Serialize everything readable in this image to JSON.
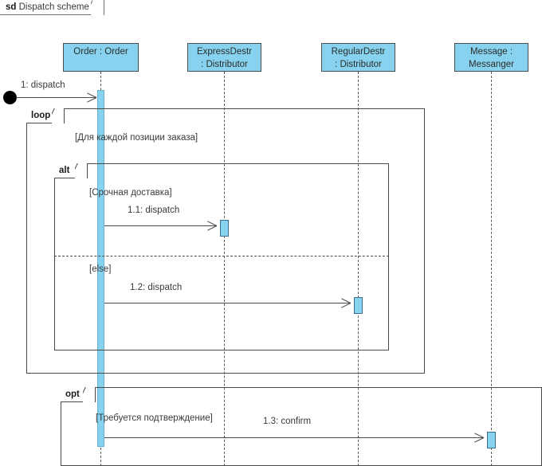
{
  "diagram": {
    "kind_keyword": "sd",
    "title": "Dispatch scheme",
    "colors": {
      "lifeline_fill": "#87d3ef",
      "lifeline_border": "#4c4c4c",
      "line": "#4a4a4a",
      "text": "#3a3a3a",
      "background": "#ffffff"
    }
  },
  "lifelines": [
    {
      "id": "order",
      "line1": "Order : Order",
      "line2": "",
      "single_line": true
    },
    {
      "id": "expressdestr",
      "line1": "ExpressDestr",
      "line2": ": Distributor",
      "single_line": false
    },
    {
      "id": "regulardestr",
      "line1": "RegularDestr",
      "line2": ": Distributor",
      "single_line": false
    },
    {
      "id": "message",
      "line1": "Message :",
      "line2": "Messanger",
      "single_line": false
    }
  ],
  "messages": [
    {
      "id": "m0",
      "label": "1: dispatch",
      "from": "start-point",
      "to": "order"
    },
    {
      "id": "m1",
      "label": "1.1: dispatch",
      "from": "order",
      "to": "expressdestr"
    },
    {
      "id": "m2",
      "label": "1.2: dispatch",
      "from": "order",
      "to": "regulardestr"
    },
    {
      "id": "m3",
      "label": "1.3: confirm",
      "from": "order",
      "to": "message"
    }
  ],
  "fragments": [
    {
      "id": "loop",
      "operator": "loop",
      "guards": [
        "[Для каждой позиции заказа]"
      ]
    },
    {
      "id": "alt",
      "operator": "alt",
      "guards": [
        "[Срочная доставка]",
        "[else]"
      ]
    },
    {
      "id": "opt",
      "operator": "opt",
      "guards": [
        "[Требуется подтверждение]"
      ]
    }
  ]
}
